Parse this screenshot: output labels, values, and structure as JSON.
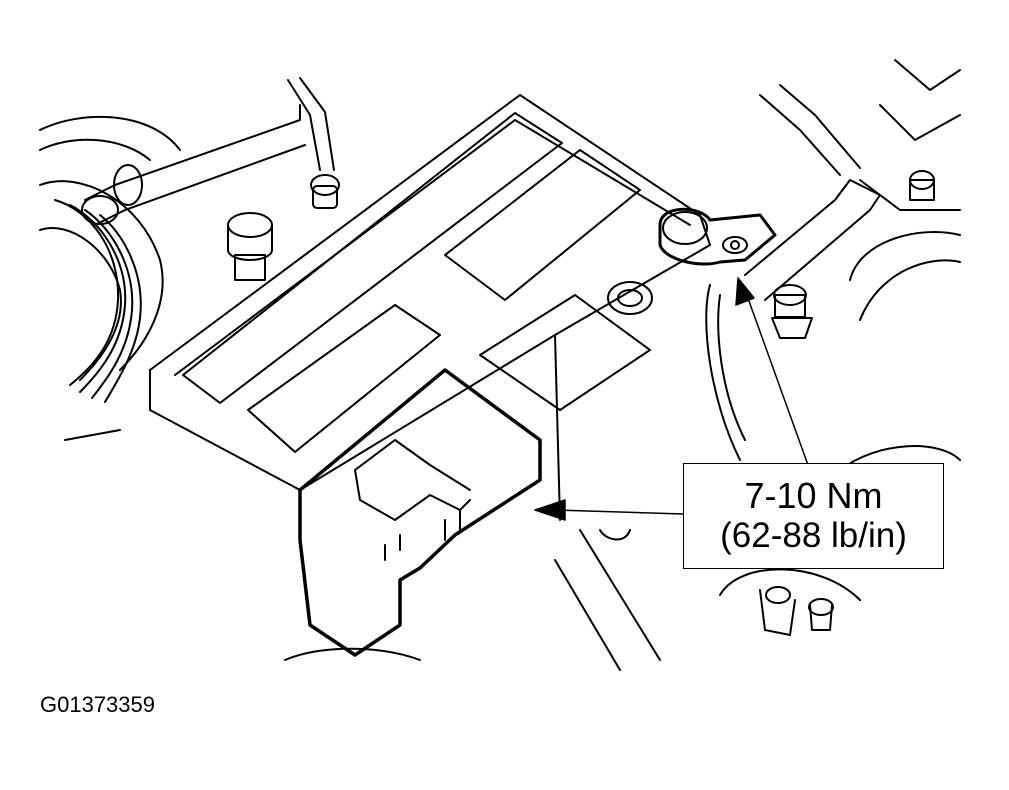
{
  "callout": {
    "torque_nm": "7-10 Nm",
    "torque_lbin": "(62-88 lb/in)"
  },
  "figure_id": "G01373359",
  "colors": {
    "line": "#000000",
    "background": "#ffffff"
  }
}
